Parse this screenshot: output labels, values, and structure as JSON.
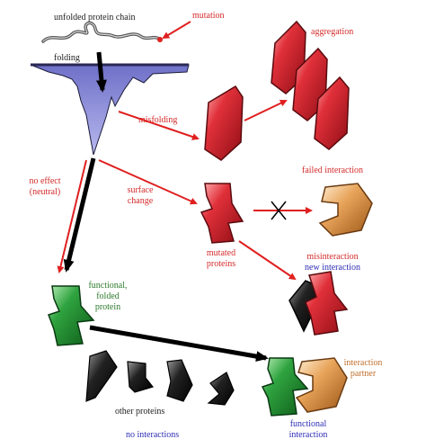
{
  "labels": {
    "unfolded_chain": "unfolded protein chain",
    "mutation": "mutation",
    "folding": "folding",
    "aggregation": "aggregation",
    "misfolding": "misfolding",
    "failed_interaction": "failed interaction",
    "no_effect": "no effect",
    "neutral": "(neutral)",
    "surface_change_1": "surface",
    "surface_change_2": "change",
    "mutated_proteins_1": "mutated",
    "mutated_proteins_2": "proteins",
    "misinteraction": "misinteraction",
    "new_interaction": "new interaction",
    "functional_1": "functional,",
    "functional_2": "folded",
    "functional_3": "protein",
    "interaction_partner_1": "interaction",
    "interaction_partner_2": "partner",
    "other_proteins": "other proteins",
    "no_interactions": "no interactions",
    "functional_interaction_1": "functional",
    "functional_interaction_2": "interaction"
  },
  "colors": {
    "mutant_red": "#d01f2a",
    "functional_green": "#1f8a2f",
    "partner_orange": "#d98a3a",
    "energy_funnel": "#8f90d8",
    "arrow_red": "#e02020",
    "arrow_black": "#000000"
  }
}
